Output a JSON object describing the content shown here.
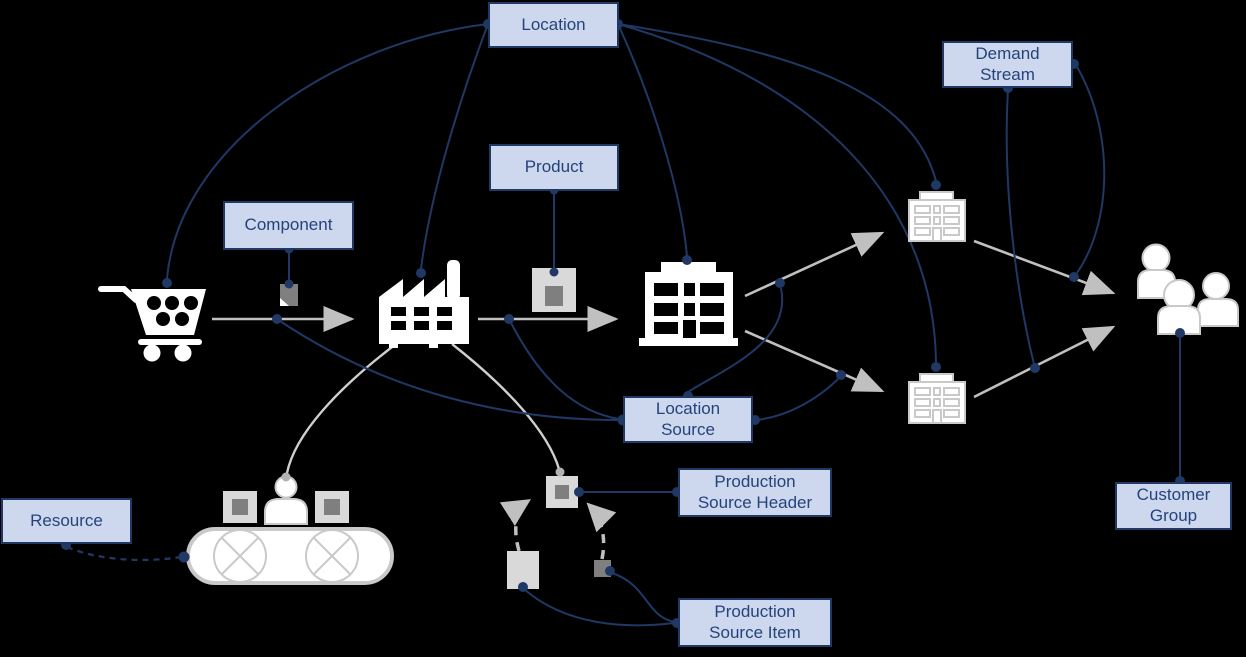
{
  "theme": {
    "background": "#000000",
    "navy": "#1f3864",
    "box_fill": "#cdd8ee",
    "box_border": "#1f3864",
    "box_text": "#25437a",
    "arrow_gray": "#c0c0c0",
    "link_white": "#cfcfcf",
    "icon_white": "#ffffff",
    "icon_outline": "#c9c9c9",
    "gray_box": "#d9d9d9",
    "gray_box_dark": "#7f7f7f",
    "gray_dot": "#b3b3b3"
  },
  "labels": {
    "location": "Location",
    "product": "Product",
    "component": "Component",
    "demand_stream": "Demand\nStream",
    "location_source": "Location\nSource",
    "production_source_header": "Production\nSource Header",
    "production_source_item": "Production\nSource Item",
    "resource": "Resource",
    "customer_group": "Customer\nGroup"
  },
  "icons": [
    "shopping-cart-icon",
    "component-tag-icon",
    "factory-icon",
    "product-box-icon",
    "distribution-center-icon",
    "dc-building-upper-icon",
    "dc-building-lower-icon",
    "customer-group-icon",
    "operator-person-icon",
    "conveyor-belt-icon",
    "material-box-icon",
    "production-header-box-icon",
    "production-item-rect-icon",
    "production-item-square-icon"
  ]
}
